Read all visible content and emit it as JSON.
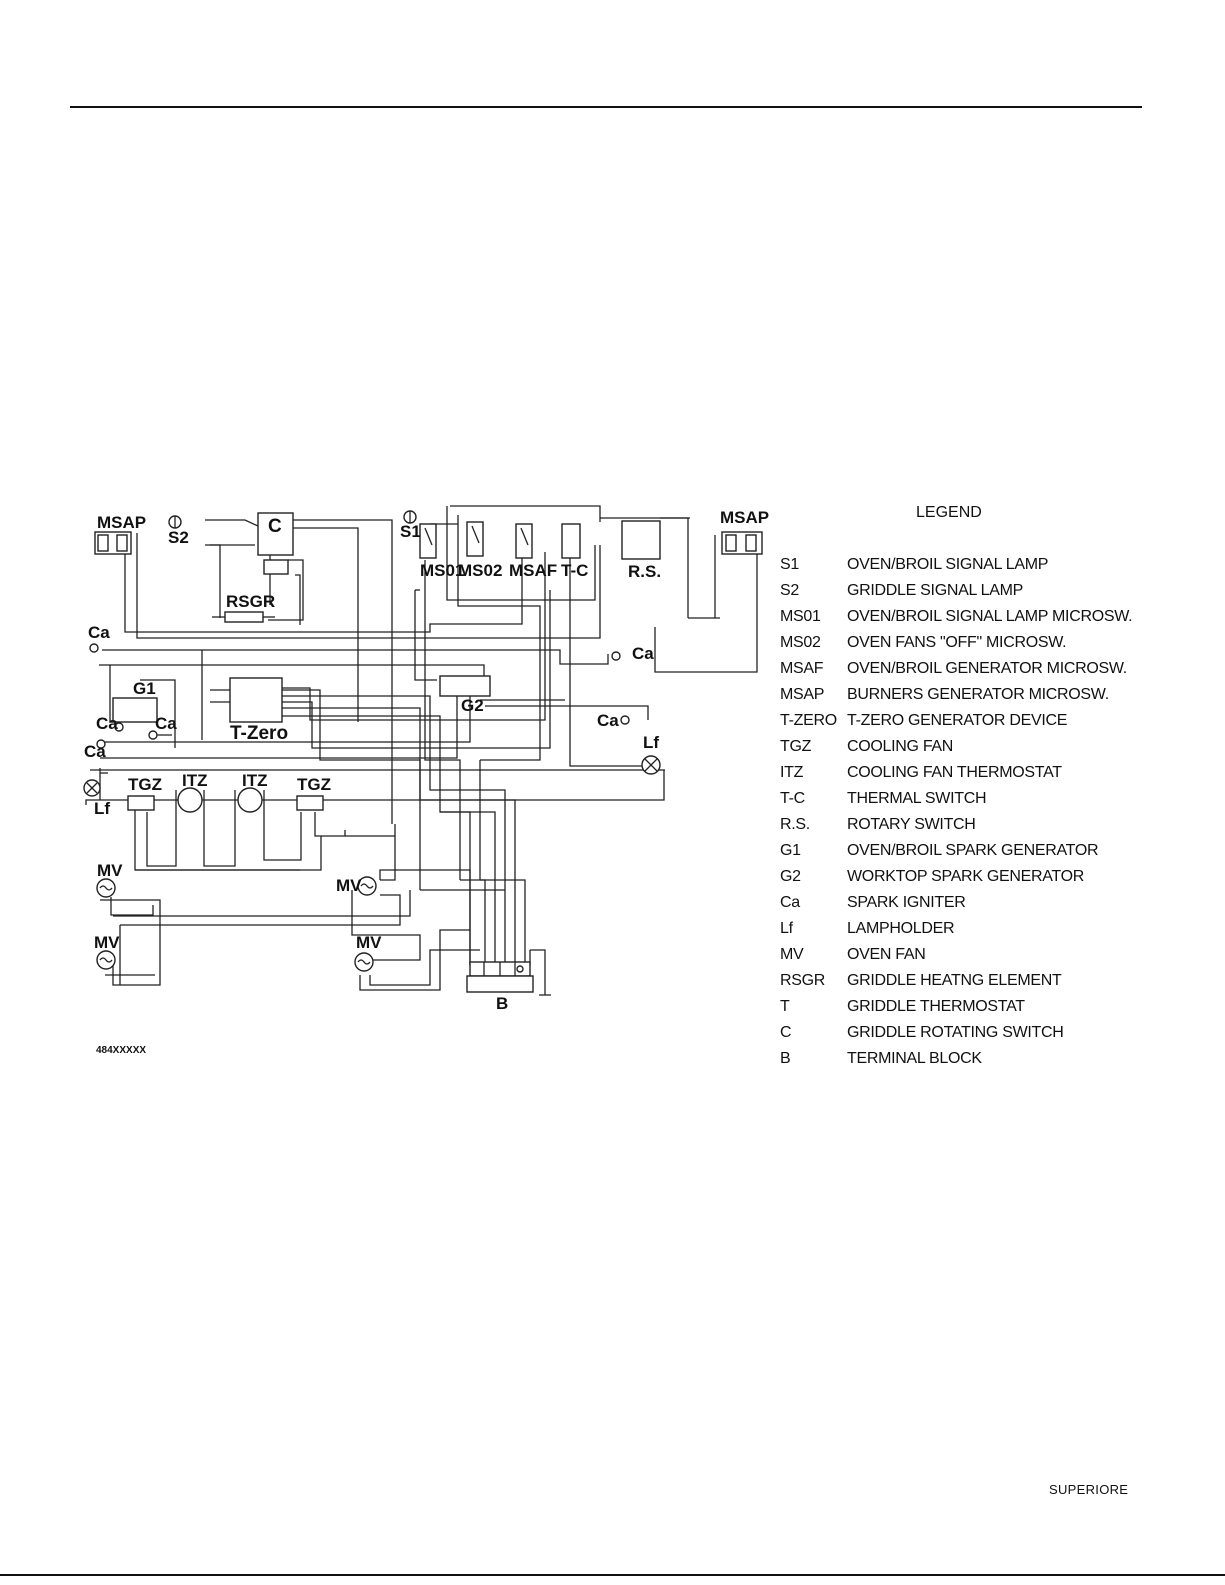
{
  "labels": {
    "msap_left": "MSAP",
    "msap_right": "MSAP",
    "s2": "S2",
    "c": "C",
    "rsgr": "RSGR",
    "s1": "S1",
    "ms01": "MS01",
    "ms02": "MS02",
    "msaf": "MSAF",
    "tc": "T-C",
    "rs": "R.S.",
    "ca_1": "Ca",
    "ca_2": "Ca",
    "ca_3": "Ca",
    "ca_4": "Ca",
    "ca_5": "Ca",
    "ca_6": "Ca",
    "g1": "G1",
    "g2": "G2",
    "tzero": "T-Zero",
    "lf_left": "Lf",
    "lf_right": "Lf",
    "tgz_1": "TGZ",
    "tgz_2": "TGZ",
    "itz_1": "ITZ",
    "itz_2": "ITZ",
    "mv_1": "MV",
    "mv_2": "MV",
    "mv_3": "MV",
    "mv_4": "MV",
    "b": "B"
  },
  "legend": {
    "title": "LEGEND",
    "items": [
      {
        "code": "S1",
        "desc": "OVEN/BROIL SIGNAL LAMP"
      },
      {
        "code": "S2",
        "desc": "GRIDDLE SIGNAL LAMP"
      },
      {
        "code": "MS01",
        "desc": "OVEN/BROIL SIGNAL LAMP MICROSW."
      },
      {
        "code": "MS02",
        "desc": "OVEN FANS \"OFF\" MICROSW."
      },
      {
        "code": "MSAF",
        "desc": "OVEN/BROIL GENERATOR MICROSW."
      },
      {
        "code": "MSAP",
        "desc": "BURNERS GENERATOR MICROSW."
      },
      {
        "code": "T-ZERO",
        "desc": "T-ZERO GENERATOR DEVICE"
      },
      {
        "code": "TGZ",
        "desc": "COOLING FAN"
      },
      {
        "code": "ITZ",
        "desc": "COOLING FAN THERMOSTAT"
      },
      {
        "code": "T-C",
        "desc": "THERMAL SWITCH"
      },
      {
        "code": "R.S.",
        "desc": "ROTARY SWITCH"
      },
      {
        "code": "G1",
        "desc": "OVEN/BROIL SPARK GENERATOR"
      },
      {
        "code": "G2",
        "desc": "WORKTOP SPARK GENERATOR"
      },
      {
        "code": "Ca",
        "desc": "SPARK IGNITER"
      },
      {
        "code": "Lf",
        "desc": "LAMPHOLDER"
      },
      {
        "code": "MV",
        "desc": "OVEN FAN"
      },
      {
        "code": "RSGR",
        "desc": "GRIDDLE HEATNG ELEMENT"
      },
      {
        "code": "T",
        "desc": "GRIDDLE THERMOSTAT"
      },
      {
        "code": "C",
        "desc": "GRIDDLE ROTATING SWITCH"
      },
      {
        "code": "B",
        "desc": "TERMINAL BLOCK"
      }
    ]
  },
  "part_code": "484XXXXX",
  "brand": "SUPERIORE"
}
